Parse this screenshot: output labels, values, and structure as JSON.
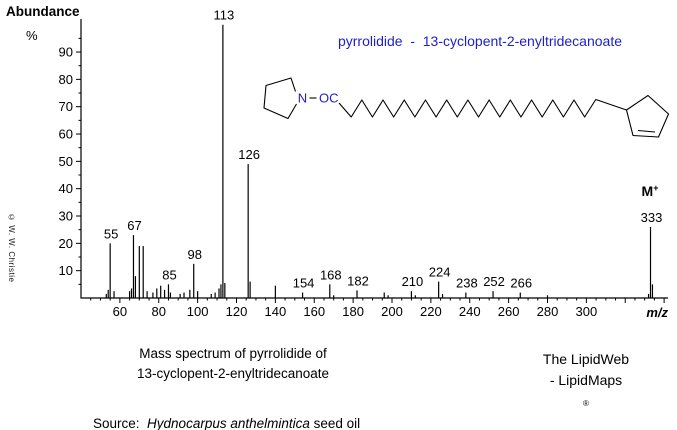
{
  "colors": {
    "accent_blue": "#1e1ecb",
    "ink": "#000000"
  },
  "header": {
    "y_axis_title": "Abundance",
    "y_axis_unit": "%",
    "watermark": "© W. W. Christie"
  },
  "title": "pyrrolidide  -  13-cyclopent-2-enyltridecanoate",
  "molecule": {
    "n_label": "N",
    "oc_label": "OC"
  },
  "molecular_ion": {
    "label": "M",
    "superscript": "+",
    "mz_label": "333"
  },
  "axes": {
    "x_label": "m/z",
    "x_tick_labels": [
      60,
      80,
      100,
      120,
      140,
      160,
      180,
      200,
      220,
      240,
      260,
      280,
      300
    ],
    "y_tick_labels": [
      10,
      20,
      30,
      40,
      50,
      60,
      70,
      80,
      90
    ],
    "x_range": [
      40,
      342
    ],
    "y_range": [
      0,
      101
    ]
  },
  "chart_data": {
    "type": "bar",
    "subtype": "mass-spectrum",
    "title": "pyrrolidide - 13-cyclopent-2-enyltridecanoate",
    "xlabel": "m/z",
    "ylabel": "Abundance %",
    "xlim": [
      40,
      342
    ],
    "ylim": [
      0,
      101
    ],
    "grid": false,
    "peaks": [
      {
        "mz": 53,
        "intensity": 1.5
      },
      {
        "mz": 54,
        "intensity": 3
      },
      {
        "mz": 55,
        "intensity": 20,
        "label": "55"
      },
      {
        "mz": 57,
        "intensity": 2.5
      },
      {
        "mz": 65,
        "intensity": 2.5
      },
      {
        "mz": 66,
        "intensity": 3.5
      },
      {
        "mz": 67,
        "intensity": 23,
        "label": "67"
      },
      {
        "mz": 68,
        "intensity": 8
      },
      {
        "mz": 70,
        "intensity": 19
      },
      {
        "mz": 72,
        "intensity": 19
      },
      {
        "mz": 74,
        "intensity": 2.5
      },
      {
        "mz": 77,
        "intensity": 2
      },
      {
        "mz": 79,
        "intensity": 3.5
      },
      {
        "mz": 81,
        "intensity": 4.5
      },
      {
        "mz": 83,
        "intensity": 3
      },
      {
        "mz": 85,
        "intensity": 5,
        "label": "85"
      },
      {
        "mz": 86,
        "intensity": 2
      },
      {
        "mz": 91,
        "intensity": 1.5
      },
      {
        "mz": 93,
        "intensity": 2
      },
      {
        "mz": 96,
        "intensity": 3
      },
      {
        "mz": 98,
        "intensity": 12.5,
        "label": "98"
      },
      {
        "mz": 100,
        "intensity": 2.5
      },
      {
        "mz": 107,
        "intensity": 1.5
      },
      {
        "mz": 109,
        "intensity": 2
      },
      {
        "mz": 111,
        "intensity": 3.5
      },
      {
        "mz": 112,
        "intensity": 5
      },
      {
        "mz": 113,
        "intensity": 100,
        "label": "113"
      },
      {
        "mz": 114,
        "intensity": 5.5
      },
      {
        "mz": 126,
        "intensity": 49,
        "label": "126"
      },
      {
        "mz": 127,
        "intensity": 6
      },
      {
        "mz": 140,
        "intensity": 4.5
      },
      {
        "mz": 154,
        "intensity": 2,
        "label": "154"
      },
      {
        "mz": 168,
        "intensity": 5,
        "label": "168"
      },
      {
        "mz": 170,
        "intensity": 1
      },
      {
        "mz": 182,
        "intensity": 2.8,
        "label": "182"
      },
      {
        "mz": 196,
        "intensity": 2
      },
      {
        "mz": 198,
        "intensity": 1
      },
      {
        "mz": 210,
        "intensity": 2.5,
        "label": "210"
      },
      {
        "mz": 212,
        "intensity": 1
      },
      {
        "mz": 224,
        "intensity": 6,
        "label": "224"
      },
      {
        "mz": 226,
        "intensity": 1.5
      },
      {
        "mz": 238,
        "intensity": 2,
        "label": "238"
      },
      {
        "mz": 252,
        "intensity": 2.5,
        "label": "252"
      },
      {
        "mz": 266,
        "intensity": 2,
        "label": "266"
      },
      {
        "mz": 280,
        "intensity": 1
      },
      {
        "mz": 332,
        "intensity": 1.5
      },
      {
        "mz": 333,
        "intensity": 26,
        "label": "333",
        "is_molecular_ion": true
      },
      {
        "mz": 334,
        "intensity": 5
      }
    ]
  },
  "captions": {
    "line1": "Mass spectrum of pyrrolidide of",
    "line2": "13-cyclopent-2-enyltridecanoate",
    "credit_line1": "The LipidWeb",
    "credit_line2": "- LipidMaps",
    "credit_symbol": "®",
    "source_prefix": "Source:  ",
    "source_species": "Hydnocarpus anthelmintica",
    "source_suffix": " seed oil"
  }
}
